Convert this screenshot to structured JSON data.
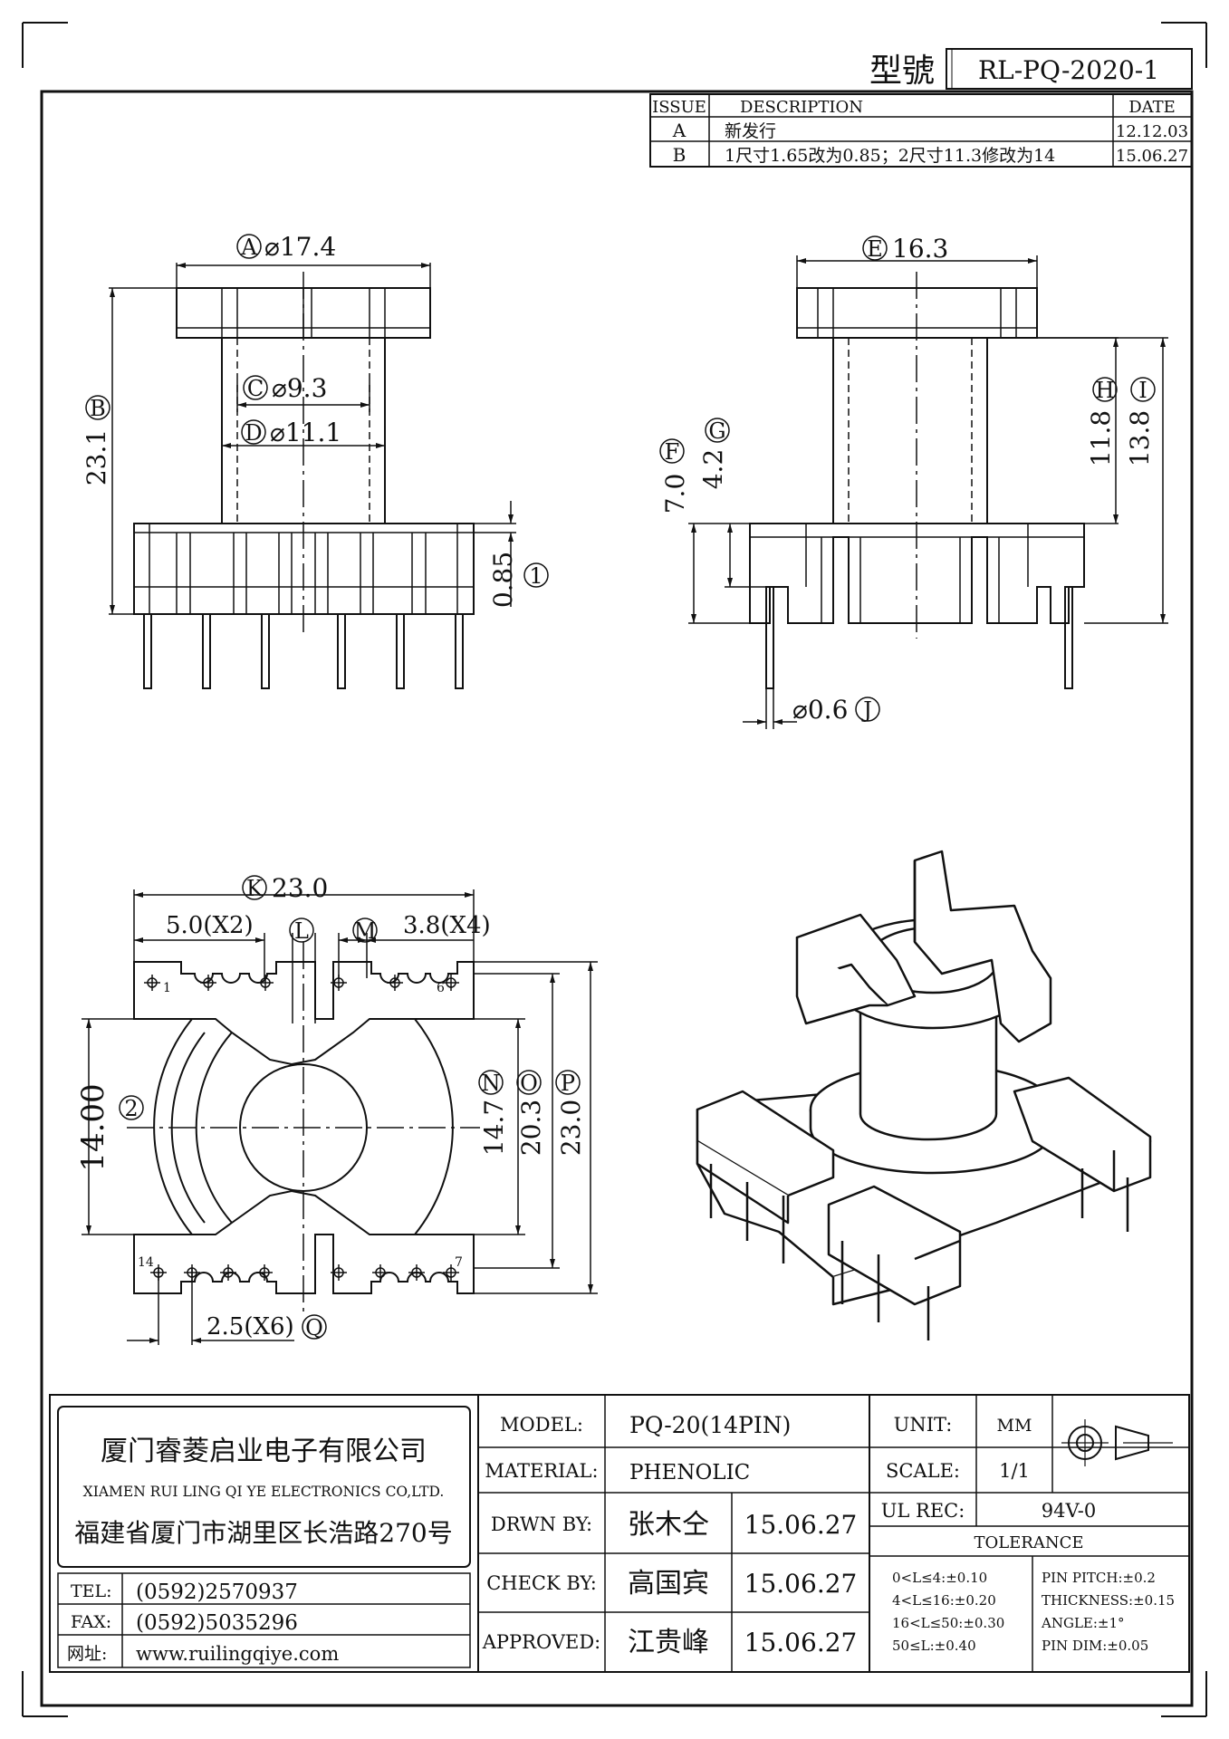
{
  "header": {
    "model_label": "型號",
    "model_no": "RL-PQ-2020-1"
  },
  "revisions": {
    "col_issue": "ISSUE",
    "col_description": "DESCRIPTION",
    "col_date": "DATE",
    "rows": [
      {
        "issue": "A",
        "description": "新发行",
        "date": "12.12.03"
      },
      {
        "issue": "B",
        "description": "1尺寸1.65改为0.85；2尺寸11.3修改为14",
        "date": "15.06.27"
      }
    ]
  },
  "front_view": {
    "A_letter": "A",
    "A_value": "⌀17.4",
    "B_letter": "B",
    "B_value": "23.1",
    "C_letter": "C",
    "C_value": "⌀9.3",
    "D_letter": "D",
    "D_value": "⌀11.1",
    "n1_letter": "1",
    "n1_value": "0.85"
  },
  "side_view": {
    "E_letter": "E",
    "E_value": "16.3",
    "F_letter": "F",
    "F_value": "7.0",
    "G_letter": "G",
    "G_value": "4.2",
    "H_letter": "H",
    "H_value": "11.8",
    "I_letter": "I",
    "I_value": "13.8",
    "J_letter": "J",
    "J_value": "⌀0.6"
  },
  "bottom_view": {
    "K_letter": "K",
    "K_value": "23.0",
    "L_letter": "L",
    "L_value": "5.0(X2)",
    "M_letter": "M",
    "M_value": "3.8(X4)",
    "N_letter": "N",
    "N_value": "14.7",
    "O_letter": "O",
    "O_value": "20.3",
    "P_letter": "P",
    "P_value": "23.0",
    "Q_letter": "Q",
    "Q_value": "2.5(X6)",
    "n2_letter": "2",
    "n2_value": "14.00",
    "pin_1": "1",
    "pin_6": "6",
    "pin_7": "7",
    "pin_14": "14"
  },
  "title_block": {
    "company_cn": "厦门睿菱启业电子有限公司",
    "company_en": "XIAMEN RUI LING QI YE ELECTRONICS CO,LTD.",
    "address": "福建省厦门市湖里区长浩路270号",
    "tel_label": "TEL:",
    "tel": "(0592)2570937",
    "fax_label": "FAX:",
    "fax": "(0592)5035296",
    "web_label": "网址:",
    "web": "www.ruilingqiye.com",
    "model_label": "MODEL:",
    "model": "PQ-20(14PIN)",
    "material_label": "MATERIAL:",
    "material": "PHENOLIC",
    "drawn_label": "DRWN BY:",
    "drawn_name": "张木仝",
    "drawn_date": "15.06.27",
    "check_label": "CHECK BY:",
    "check_name": "高国宾",
    "check_date": "15.06.27",
    "approved_label": "APPROVED:",
    "approved_name": "江贵峰",
    "approved_date": "15.06.27",
    "unit_label": "UNIT:",
    "unit": "MM",
    "scale_label": "SCALE:",
    "scale": "1/1",
    "ul_label": "UL REC:",
    "ul": "94V-0",
    "tolerance_label": "TOLERANCE",
    "tol_1": "0<L≤4:±0.10",
    "tol_2": "4<L≤16:±0.20",
    "tol_3": "16<L≤50:±0.30",
    "tol_4": "50≤L:±0.40",
    "pin_pitch": "PIN PITCH:±0.2",
    "thickness": "THICKNESS:±0.15",
    "angle": "ANGLE:±1°",
    "pin_dim": "PIN DIM:±0.05"
  }
}
